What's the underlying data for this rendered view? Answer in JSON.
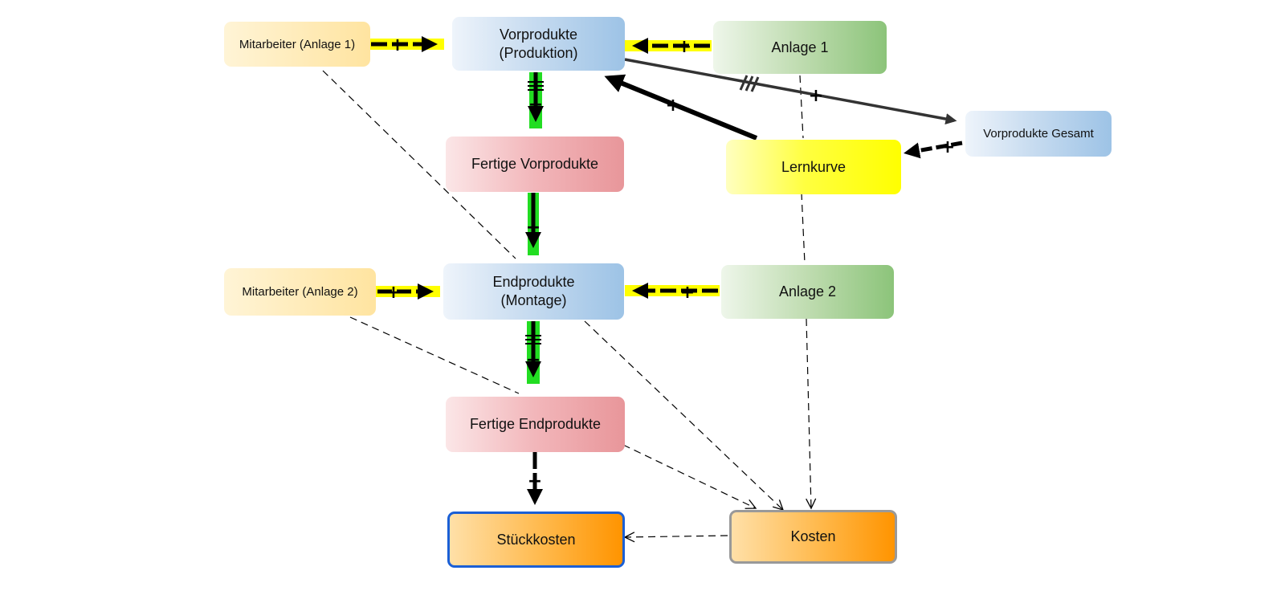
{
  "nodes": {
    "mitarbeiter_anlage1": "Mitarbeiter (Anlage 1)",
    "vorprodukte_produktion": "Vorprodukte\n(Produktion)",
    "anlage1": "Anlage 1",
    "fertige_vorprodukte": "Fertige Vorprodukte",
    "lernkurve": "Lernkurve",
    "vorprodukte_gesamt": "Vorprodukte Gesamt",
    "mitarbeiter_anlage2": "Mitarbeiter (Anlage 2)",
    "endprodukte_montage": "Endprodukte\n(Montage)",
    "anlage2": "Anlage 2",
    "fertige_endprodukte": "Fertige Endprodukte",
    "stueckkosten": "Stückkosten",
    "kosten": "Kosten"
  },
  "edges": {
    "sign_mit1_vorp": "+",
    "sign_anl1_vorp": "+",
    "sign_vorp_fertvorp": "+",
    "sign_fertvorp_endp": "+",
    "sign_mit2_endp": "+",
    "sign_anl2_endp": "+",
    "sign_endp_fertendp": "+",
    "sign_fertendp_stueck": "+",
    "sign_vorp_gesamt": "+",
    "sign_gesamt_lern": "+",
    "sign_lern_vorp": "+"
  },
  "colors": {
    "yellow_highlight": "#ffff00",
    "green_highlight": "#22dd22",
    "stueckkosten_border": "#1a5fd6",
    "kosten_border": "#999999"
  }
}
